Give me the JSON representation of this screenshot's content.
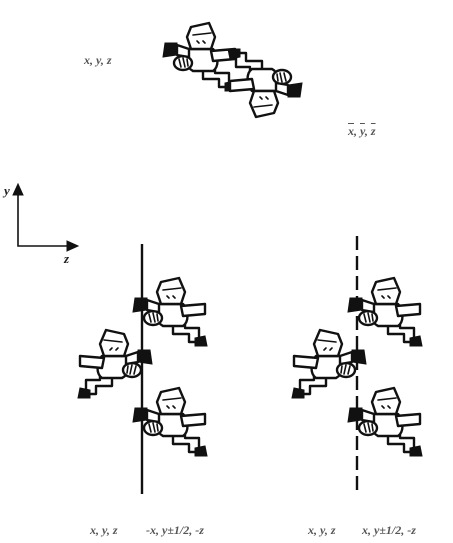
{
  "top": {
    "label_identity": "x, y, z",
    "label_inversion": {
      "x": "x",
      "y": "y",
      "z": "z",
      "sep": ", "
    }
  },
  "axes": {
    "y_label": "y",
    "z_label": "z"
  },
  "bottom_left": {
    "axis_type": "twofold rotation axis (solid line)",
    "label_a": "x, y, z",
    "label_b": "-x, y±1/2, -z"
  },
  "bottom_right": {
    "axis_type": "twofold screw axis (dashed line)",
    "label_a": "x, y, z",
    "label_b": "x, y±1/2, -z"
  },
  "colors": {
    "ink": "#111111",
    "label": "#555555"
  }
}
